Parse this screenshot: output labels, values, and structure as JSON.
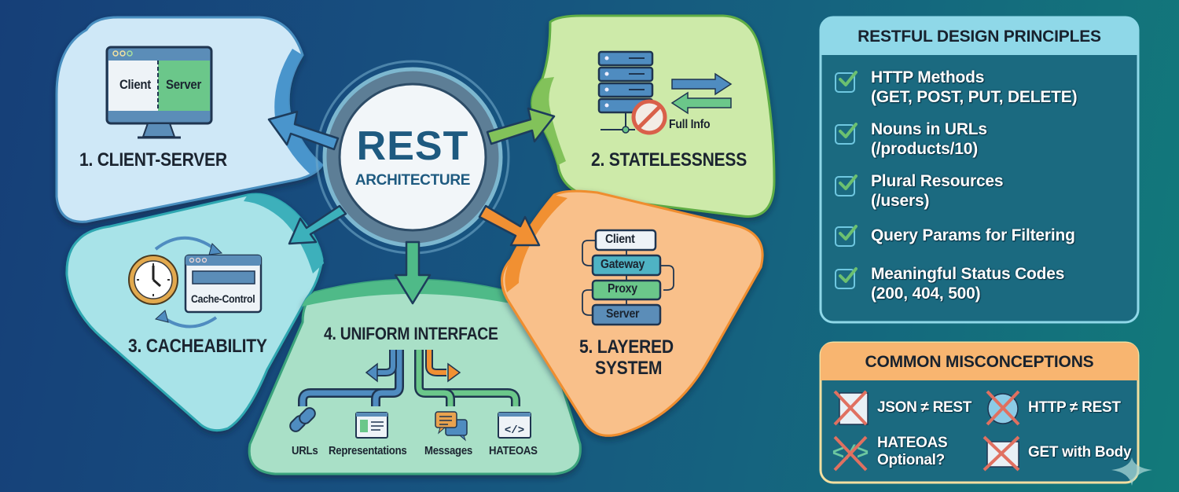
{
  "center": {
    "title": "REST",
    "subtitle": "ARCHITECTURE"
  },
  "principles": [
    {
      "number": "1.",
      "title": "CLIENT-SERVER",
      "icon": "monitor-icon",
      "panel_labels": [
        "Client",
        "Server"
      ],
      "color": "#cfe8f7"
    },
    {
      "number": "2.",
      "title": "STATELESSNESS",
      "icon": "server-stack-icon",
      "note": "Full Info",
      "color": "#cdeaa9"
    },
    {
      "number": "3.",
      "title": "CACHEABILITY",
      "icon": "clock-icon",
      "note": "Cache-Control",
      "color": "#a8e3e8"
    },
    {
      "number": "4.",
      "title": "UNIFORM INTERFACE",
      "color": "#a9e0c7",
      "sub_items": [
        {
          "label": "URLs",
          "icon": "link-icon"
        },
        {
          "label": "Representations",
          "icon": "document-icon"
        },
        {
          "label": "Messages",
          "icon": "chat-bubbles-icon"
        },
        {
          "label": "HATEOAS",
          "icon": "code-window-icon"
        }
      ]
    },
    {
      "number": "5.",
      "title": "LAYERED",
      "title2": "SYSTEM",
      "color": "#f9c08a",
      "layers": [
        "Client",
        "Gateway",
        "Proxy",
        "Server"
      ]
    }
  ],
  "labels": {
    "p1": "1. CLIENT-SERVER",
    "p2": "2. STATELESSNESS",
    "p3": "3. CACHEABILITY",
    "p4": "4. UNIFORM INTERFACE",
    "p5a": "5. LAYERED",
    "p5b": "SYSTEM"
  },
  "design_principles": {
    "title": "RESTFUL DESIGN PRINCIPLES",
    "items": [
      {
        "line1": "HTTP Methods",
        "line2": "(GET, POST, PUT, DELETE)"
      },
      {
        "line1": "Nouns in URLs",
        "line2": "(/products/10)"
      },
      {
        "line1": "Plural Resources",
        "line2": "(/users)"
      },
      {
        "line1": "Query Params for Filtering",
        "line2": ""
      },
      {
        "line1": "Meaningful Status Codes",
        "line2": "(200, 404, 500)"
      }
    ]
  },
  "misconceptions": {
    "title": "COMMON MISCONCEPTIONS",
    "items": [
      {
        "line1": "JSON ≠ REST",
        "line2": "",
        "icon": "document-crossed-icon"
      },
      {
        "line1": "HTTP ≠ REST",
        "line2": "",
        "icon": "globe-crossed-icon"
      },
      {
        "line1": "HATEOAS",
        "line2": "Optional?",
        "icon": "code-crossed-icon"
      },
      {
        "line1": "GET with Body",
        "line2": "",
        "icon": "envelope-crossed-icon"
      }
    ]
  },
  "colors": {
    "background_left": "#163f78",
    "background_right": "#127a7a",
    "client_server": "#cfe8f7",
    "statelessness": "#cdeaa9",
    "cacheability": "#a8e3e8",
    "uniform_interface": "#a9e0c7",
    "layered_system": "#f9c08a",
    "design_header": "#8fd8e8",
    "misconceptions_header": "#f8b570",
    "check_green": "#6cc070",
    "cross_red": "#e07060"
  }
}
